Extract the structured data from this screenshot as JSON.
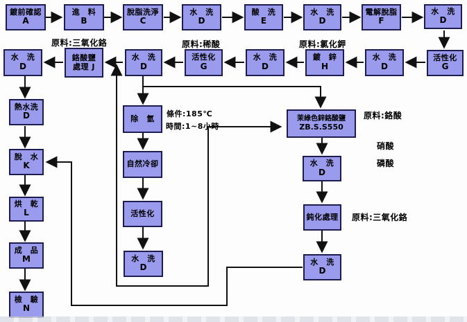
{
  "nodes": {
    "a": {
      "l1": "鍍前確認",
      "l2": "A"
    },
    "b": {
      "l1": "進　料",
      "l2": "B"
    },
    "c": {
      "l1": "脫脂洗淨",
      "l2": "C"
    },
    "d": {
      "l1": "水　洗",
      "l2": "D"
    },
    "e": {
      "l1": "酸　洗",
      "l2": "E"
    },
    "f": {
      "l1": "電解脫脂",
      "l2": "F"
    },
    "g": {
      "l1": "活性化",
      "l2": "G"
    },
    "h": {
      "l1": "鍍　鋅",
      "l2": "H"
    },
    "j": {
      "l1": "鉻酸鹽",
      "l2": "處理 J"
    },
    "hot": {
      "l1": "熱水洗",
      "l2": "D"
    },
    "k": {
      "l1": "脫　水",
      "l2": "K"
    },
    "l": {
      "l1": "烘　乾",
      "l2": "L"
    },
    "m": {
      "l1": "成　品",
      "l2": "M"
    },
    "n": {
      "l1": "檢　驗",
      "l2": "N"
    },
    "deh": {
      "l1": "除　氫"
    },
    "cool": {
      "l1": "自然冷卻"
    },
    "act": {
      "l1": "活性化"
    },
    "zb": {
      "l1": "茉綠色鋅鉻酸鹽",
      "l2": "ZB.S.S550"
    },
    "pass": {
      "l1": "鈍化處理"
    }
  },
  "labels": {
    "cr2o3_top": "原料:三氧化鉻",
    "dilute_acid": "原料:稀酸",
    "kcl": "原料:氯化鉀",
    "cond_temp": "條件:185℃",
    "cond_time": "時間:1~8小時",
    "chromic": "原料:鉻酸",
    "nitric": "硝酸",
    "phosphoric": "磷酸",
    "cr2o3_passivation": "原料:三氧化鉻"
  },
  "colors": {
    "box_fill": "#9b9bee",
    "box_border": "#1c1c50",
    "line": "#111111"
  }
}
